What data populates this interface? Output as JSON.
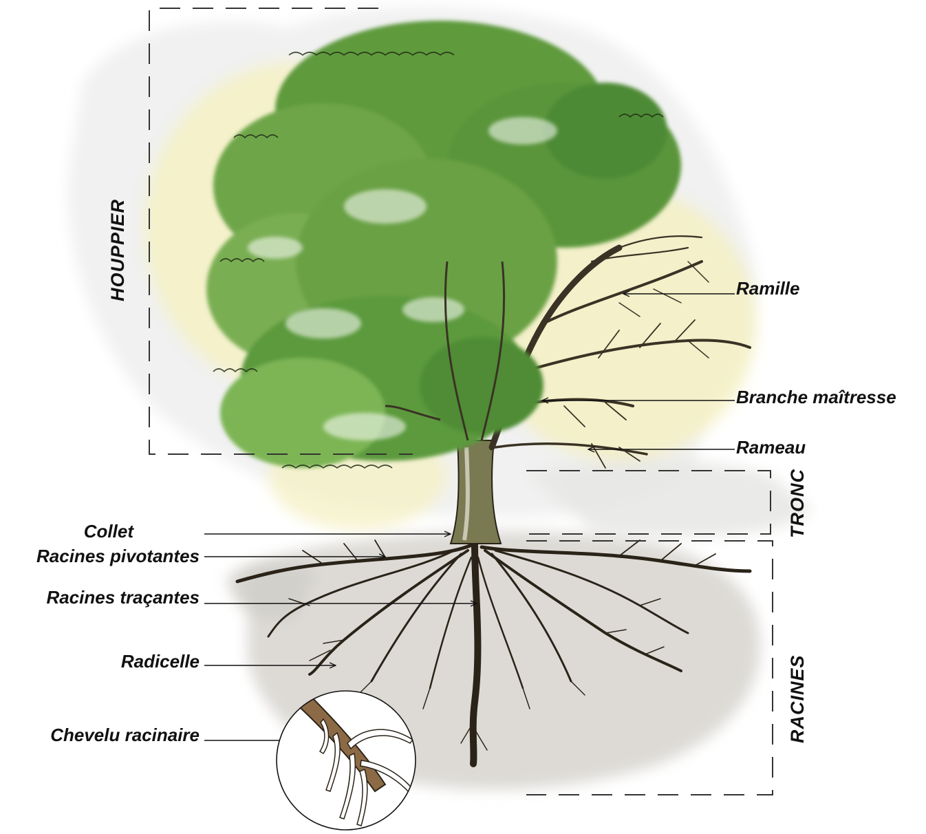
{
  "sections": {
    "crown": "HOUPPIER",
    "trunk": "TRONC",
    "roots": "RACINES"
  },
  "labels": {
    "ramille": "Ramille",
    "branche": "Branche maîtresse",
    "rameau": "Rameau",
    "collet": "Collet",
    "pivotantes": "Racines pivotantes",
    "tracantes": "Racines traçantes",
    "radicelle": "Radicelle",
    "chevelu": "Chevelu racinaire"
  },
  "colors": {
    "foliage_dark": "#3f7a2e",
    "foliage_mid": "#6fa34a",
    "foliage_light": "#a9c97a",
    "trunk": "#6b6a45",
    "root": "#2a2318",
    "wash_yellow": "#f3efb9",
    "wash_grey": "#d6d3cf",
    "dash": "#333333"
  }
}
